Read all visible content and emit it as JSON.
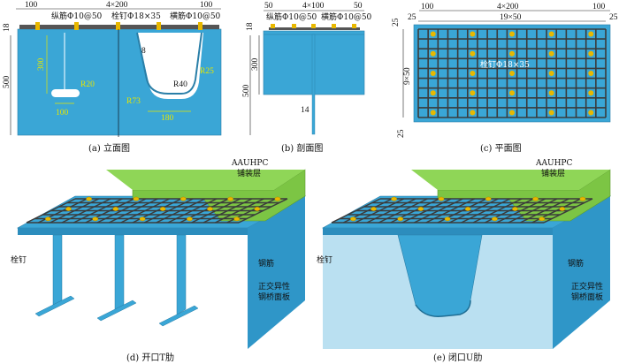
{
  "panel_a": {
    "caption": "(a)  立面图",
    "dims": {
      "left": "100",
      "middle": "4×200",
      "right": "100",
      "thickness": "18",
      "height": "500",
      "web_height": "300",
      "slot_width": "100",
      "slot_radius": "R20",
      "u_thickness": "8",
      "u_r25": "R25",
      "u_r40": "R40",
      "u_r73": "R73",
      "u_bottom": "180"
    },
    "labels": {
      "long_rebar": "纵筋Φ10@50",
      "stud": "栓钉Φ18×35",
      "trans_rebar": "横筋Φ10@50"
    }
  },
  "panel_b": {
    "caption": "(b)  剖面图",
    "dims": {
      "left": "50",
      "middle": "4×100",
      "right": "50",
      "thickness": "18",
      "height": "500",
      "web_height": "300",
      "web_thickness": "14"
    },
    "labels": {
      "long_rebar": "纵筋Φ10@50",
      "trans_rebar": "横筋Φ10@50"
    }
  },
  "panel_c": {
    "caption": "(c)  平面图",
    "dims": {
      "left": "100",
      "middle": "4×200",
      "right": "100",
      "edge_left": "25",
      "grid": "19×50",
      "edge_right": "25",
      "edge_top": "25",
      "rows": "9×50",
      "edge_bottom": "25"
    },
    "labels": {
      "stud": "栓钉Φ18×35"
    },
    "grid": {
      "cols": 19,
      "rows": 9
    }
  },
  "panel_d": {
    "caption": "(d)  开口T肋",
    "labels": {
      "uhpc": "AAUHPC",
      "layer": "铺装层",
      "stud": "栓钉",
      "rebar": "钢筋",
      "deck1": "正交异性",
      "deck2": "钢桥面板"
    }
  },
  "panel_e": {
    "caption": "(e)  闭口U肋",
    "labels": {
      "uhpc": "AAUHPC",
      "layer": "铺装层",
      "stud": "栓钉",
      "rebar": "钢筋",
      "deck1": "正交异性",
      "deck2": "钢桥面板"
    }
  },
  "colors": {
    "steel": "#3aa6d6",
    "uhpc": "#7cc544",
    "rebar": "#3b3b3b",
    "stud": "#e8b800"
  }
}
